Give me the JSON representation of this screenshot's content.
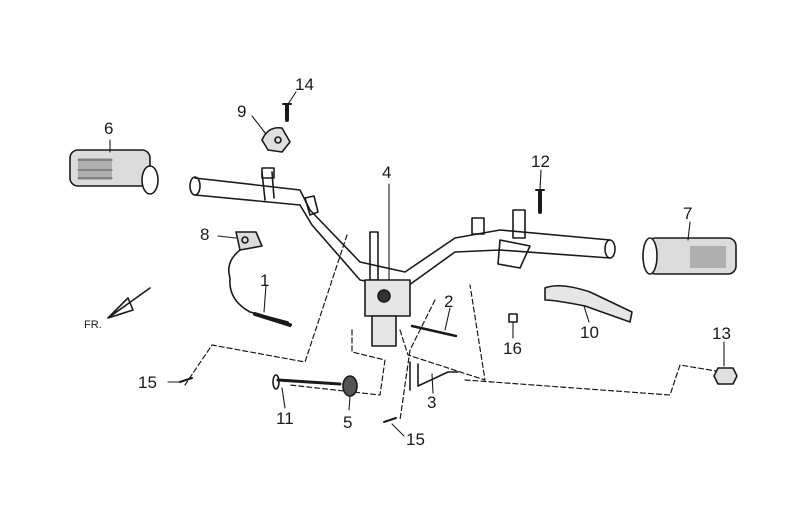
{
  "diagram": {
    "direction_label": "FR.",
    "callouts": [
      {
        "id": "1",
        "text": "1"
      },
      {
        "id": "2",
        "text": "2"
      },
      {
        "id": "3",
        "text": "3"
      },
      {
        "id": "4",
        "text": "4"
      },
      {
        "id": "5",
        "text": "5"
      },
      {
        "id": "6",
        "text": "6"
      },
      {
        "id": "7",
        "text": "7"
      },
      {
        "id": "8",
        "text": "8"
      },
      {
        "id": "9",
        "text": "9"
      },
      {
        "id": "10",
        "text": "10"
      },
      {
        "id": "11",
        "text": "11"
      },
      {
        "id": "12",
        "text": "12"
      },
      {
        "id": "13",
        "text": "13"
      },
      {
        "id": "14",
        "text": "14"
      },
      {
        "id": "15a",
        "text": "15"
      },
      {
        "id": "15b",
        "text": "15"
      },
      {
        "id": "16",
        "text": "16"
      }
    ]
  }
}
